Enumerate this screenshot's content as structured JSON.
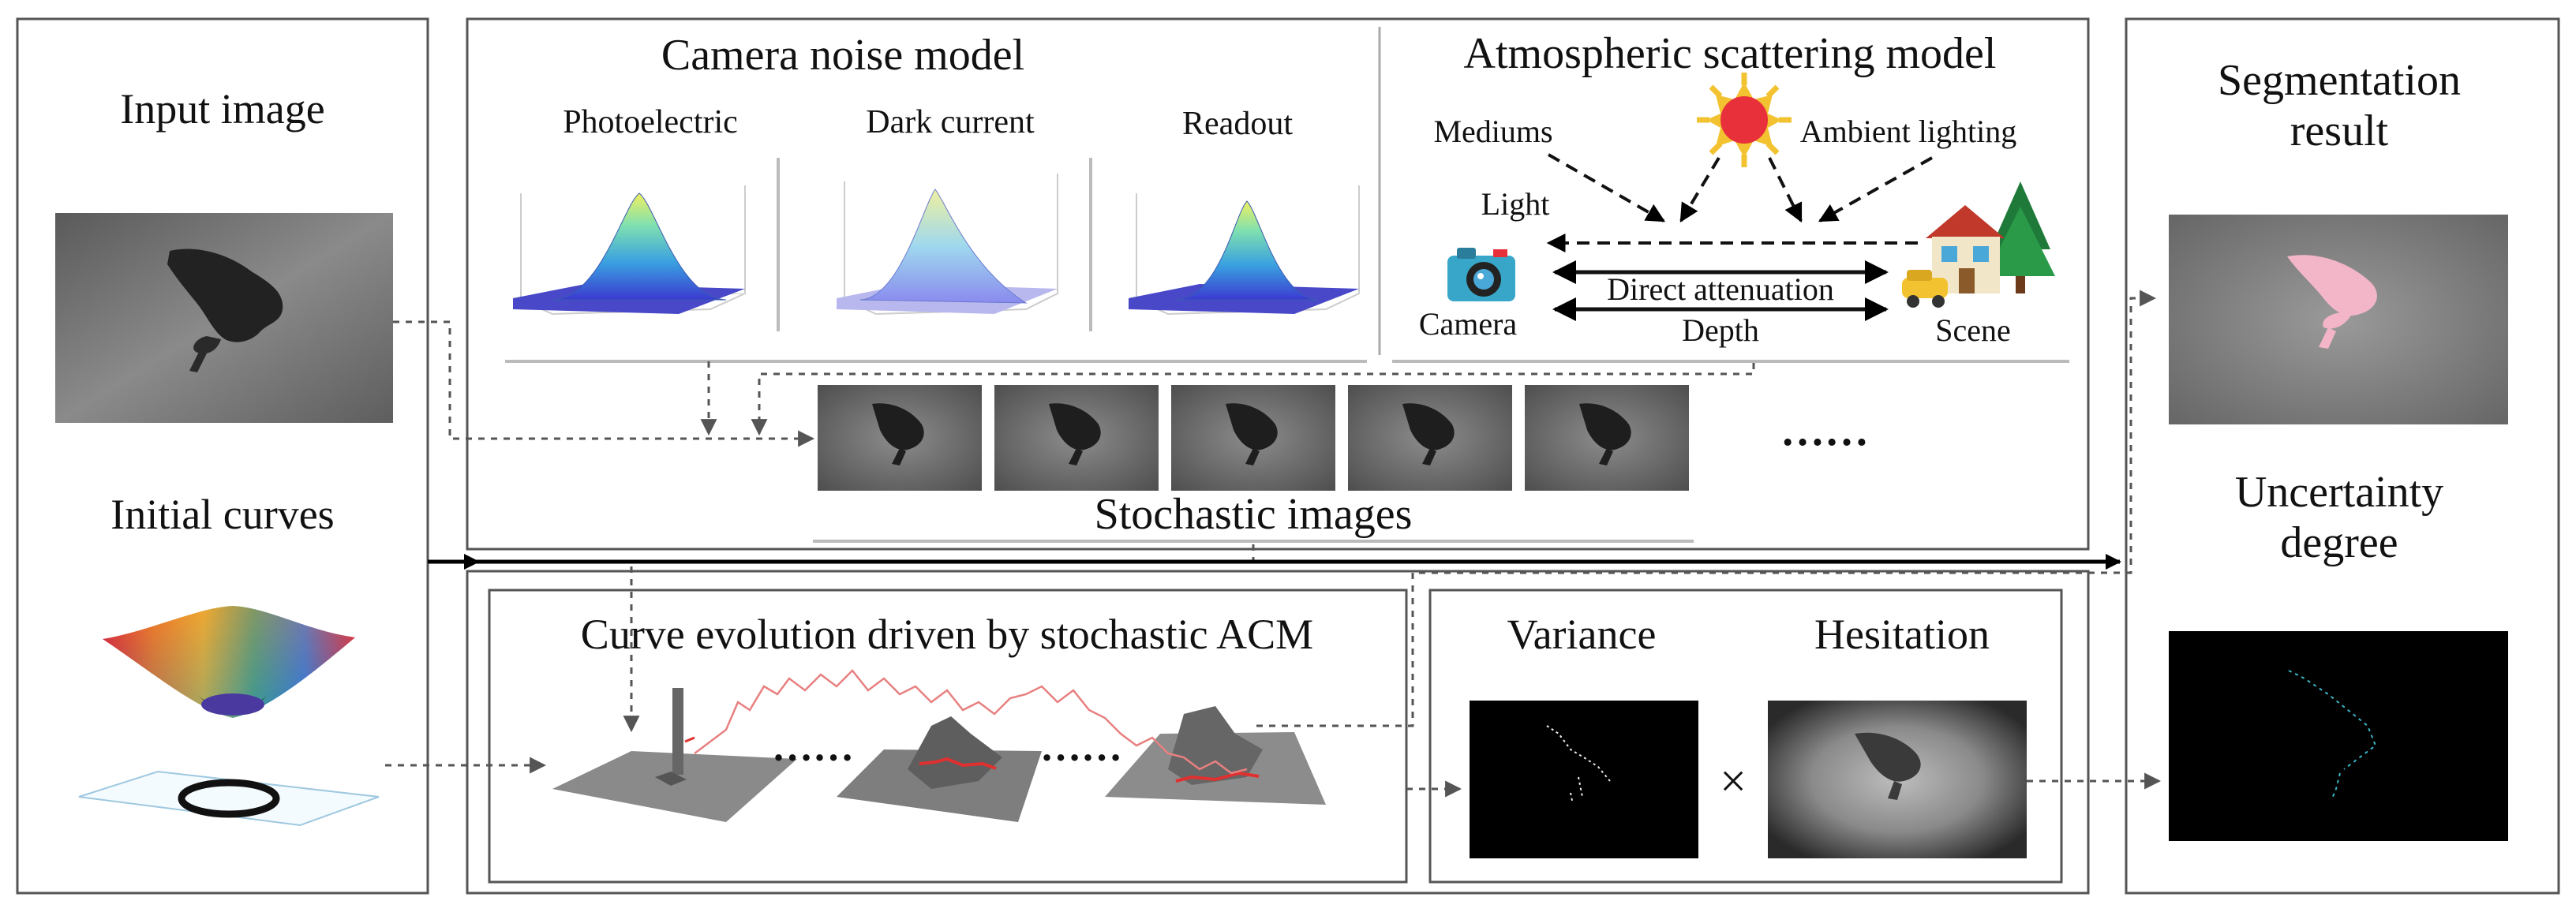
{
  "panels": {
    "input": {
      "input_image_label": "Input image",
      "initial_curves_label": "Initial curves"
    },
    "camera_noise": {
      "title": "Camera noise model",
      "items": [
        "Photoelectric",
        "Dark current",
        "Readout"
      ]
    },
    "atmospheric": {
      "title": "Atmospheric scattering model",
      "labels": {
        "mediums": "Mediums",
        "ambient": "Ambient lighting",
        "light": "Light",
        "camera": "Camera",
        "direct_attenuation": "Direct attenuation",
        "depth": "Depth",
        "scene": "Scene"
      }
    },
    "stochastic": {
      "label": "Stochastic images",
      "ellipsis": "……"
    },
    "curve_evolution": {
      "title": "Curve evolution driven by stochastic ACM",
      "ellipsis": "……"
    },
    "uncertainty_maps": {
      "variance_label": "Variance",
      "times_symbol": "×",
      "hesitation_label": "Hesitation"
    },
    "output": {
      "segmentation_label_line1": "Segmentation",
      "segmentation_label_line2": "result",
      "uncertainty_label_line1": "Uncertainty",
      "uncertainty_label_line2": "degree"
    }
  },
  "colors": {
    "panel_border": "#555555",
    "arrow_dashed": "#555555",
    "arrow_main": "#000000",
    "sun_core": "#e8303a",
    "sun_rays": "#f2c230",
    "evolution_curve": "#e03030",
    "segmentation_mask": "#f2b6c8"
  }
}
